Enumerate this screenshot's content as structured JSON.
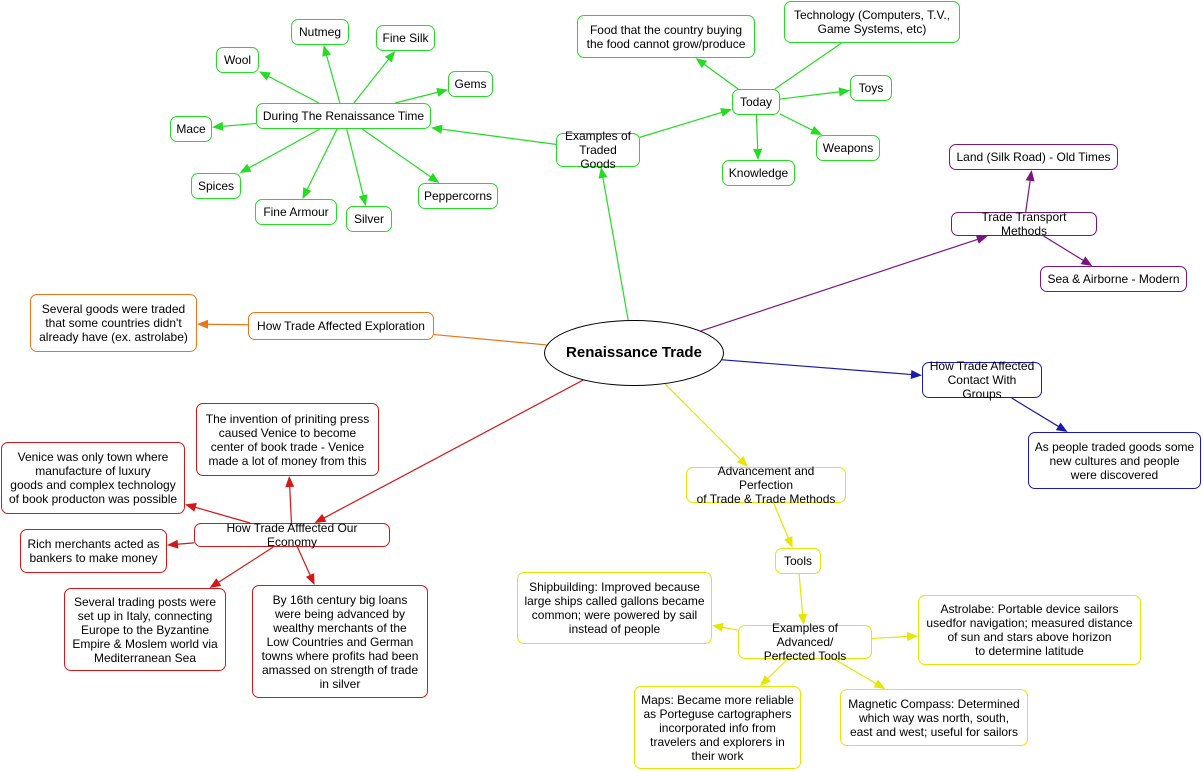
{
  "colors": {
    "green": "#22dd22",
    "purple": "#7a1580",
    "orange": "#e8761a",
    "blue": "#1a1ab0",
    "red": "#d21818",
    "yellow": "#e6e600",
    "center": "#000000"
  },
  "nodes": {
    "center": "Renaissance Trade",
    "examples": "Examples of\nTraded Goods",
    "renaissance_time": "During The Renaissance Time",
    "wool": "Wool",
    "nutmeg": "Nutmeg",
    "fine_silk": "Fine Silk",
    "gems": "Gems",
    "mace": "Mace",
    "spices": "Spices",
    "fine_armour": "Fine Armour",
    "silver": "Silver",
    "peppercorns": "Peppercorns",
    "today": "Today",
    "food": "Food that the country buying\nthe food cannot grow/produce",
    "technology": "Technology (Computers, T.V.,\nGame Systems, etc)",
    "toys": "Toys",
    "weapons": "Weapons",
    "knowledge": "Knowledge",
    "transport": "Trade Transport Methods",
    "land": "Land (Silk Road) - Old Times",
    "sea_air": "Sea & Airborne - Modern",
    "exploration": "How Trade Affected Exploration",
    "exploration_note": "Several goods were traded\nthat some countries didn't\nalready have (ex. astrolabe)",
    "contact": "How Trade Affected\nContact With Groups",
    "contact_note": "As people traded goods some\nnew cultures and people\nwere discovered",
    "economy": "How Trade Afffected Our Economy",
    "printing": "The invention of priniting press\ncaused Venice to become\ncenter of book trade - Venice\nmade a lot of money from this",
    "venice": "Venice was only town where\nmanufacture of luxury\ngoods and complex technology\nof book producton was possible",
    "bankers": "Rich merchants acted as\nbankers to make money",
    "posts": "Several trading posts were\nset up in Italy, connecting\nEurope to the Byzantine\nEmpire & Moslem world via\nMediterranean Sea",
    "loans": "By 16th century big loans\nwere being advanced by\nwealthy merchants of the\nLow Countries and German\ntowns where profits had been\namassed on strength of trade\nin silver",
    "advancement": "Advancement and Perfection\nof Trade & Trade Methods",
    "tools": "Tools",
    "adv_tools": "Examples of Advanced/\nPerfected Tools",
    "shipbuilding": "Shipbuilding: Improved because\nlarge ships called gallons became\ncommon; were powered by sail\ninstead of people",
    "astrolabe": "Astrolabe: Portable device sailors\nusedfor navigation; measured distance\nof sun and stars above horizon\nto determine latitude",
    "maps": "Maps: Became more reliable\nas Porteguse cartographers\nincorporated info from\ntravelers and explorers in\ntheir work",
    "compass": "Magnetic Compass: Determined\nwhich way was north, south,\neast and west; useful for sailors"
  },
  "edges": [
    {
      "from": "center",
      "to": "examples",
      "color": "green",
      "arrow": true
    },
    {
      "from": "examples",
      "to": "renaissance_time",
      "color": "green",
      "arrow": true
    },
    {
      "from": "examples",
      "to": "today",
      "color": "green",
      "arrow": true
    },
    {
      "from": "renaissance_time",
      "to": "wool",
      "color": "green",
      "arrow": true
    },
    {
      "from": "renaissance_time",
      "to": "nutmeg",
      "color": "green",
      "arrow": true
    },
    {
      "from": "renaissance_time",
      "to": "fine_silk",
      "color": "green",
      "arrow": true
    },
    {
      "from": "renaissance_time",
      "to": "gems",
      "color": "green",
      "arrow": true
    },
    {
      "from": "renaissance_time",
      "to": "mace",
      "color": "green",
      "arrow": true
    },
    {
      "from": "renaissance_time",
      "to": "spices",
      "color": "green",
      "arrow": true
    },
    {
      "from": "renaissance_time",
      "to": "fine_armour",
      "color": "green",
      "arrow": true
    },
    {
      "from": "renaissance_time",
      "to": "silver",
      "color": "green",
      "arrow": true
    },
    {
      "from": "renaissance_time",
      "to": "peppercorns",
      "color": "green",
      "arrow": true
    },
    {
      "from": "today",
      "to": "food",
      "color": "green",
      "arrow": true
    },
    {
      "from": "today",
      "to": "technology",
      "color": "green",
      "arrow": false
    },
    {
      "from": "today",
      "to": "toys",
      "color": "green",
      "arrow": true
    },
    {
      "from": "today",
      "to": "weapons",
      "color": "green",
      "arrow": true
    },
    {
      "from": "today",
      "to": "knowledge",
      "color": "green",
      "arrow": true
    },
    {
      "from": "center",
      "to": "transport",
      "color": "purple",
      "arrow": true
    },
    {
      "from": "transport",
      "to": "land",
      "color": "purple",
      "arrow": true
    },
    {
      "from": "transport",
      "to": "sea_air",
      "color": "purple",
      "arrow": true
    },
    {
      "from": "center",
      "to": "exploration",
      "color": "orange",
      "arrow": false
    },
    {
      "from": "exploration",
      "to": "exploration_note",
      "color": "orange",
      "arrow": true
    },
    {
      "from": "center",
      "to": "contact",
      "color": "blue",
      "arrow": true
    },
    {
      "from": "contact",
      "to": "contact_note",
      "color": "blue",
      "arrow": true
    },
    {
      "from": "center",
      "to": "economy",
      "color": "red",
      "arrow": true
    },
    {
      "from": "economy",
      "to": "printing",
      "color": "red",
      "arrow": true
    },
    {
      "from": "economy",
      "to": "venice",
      "color": "red",
      "arrow": true
    },
    {
      "from": "economy",
      "to": "bankers",
      "color": "red",
      "arrow": true
    },
    {
      "from": "economy",
      "to": "posts",
      "color": "red",
      "arrow": true
    },
    {
      "from": "economy",
      "to": "loans",
      "color": "red",
      "arrow": true
    },
    {
      "from": "center",
      "to": "advancement",
      "color": "yellow",
      "arrow": true
    },
    {
      "from": "advancement",
      "to": "tools",
      "color": "yellow",
      "arrow": true
    },
    {
      "from": "tools",
      "to": "adv_tools",
      "color": "yellow",
      "arrow": true
    },
    {
      "from": "adv_tools",
      "to": "shipbuilding",
      "color": "yellow",
      "arrow": true
    },
    {
      "from": "adv_tools",
      "to": "astrolabe",
      "color": "yellow",
      "arrow": true
    },
    {
      "from": "adv_tools",
      "to": "maps",
      "color": "yellow",
      "arrow": true
    },
    {
      "from": "adv_tools",
      "to": "compass",
      "color": "yellow",
      "arrow": true
    }
  ]
}
